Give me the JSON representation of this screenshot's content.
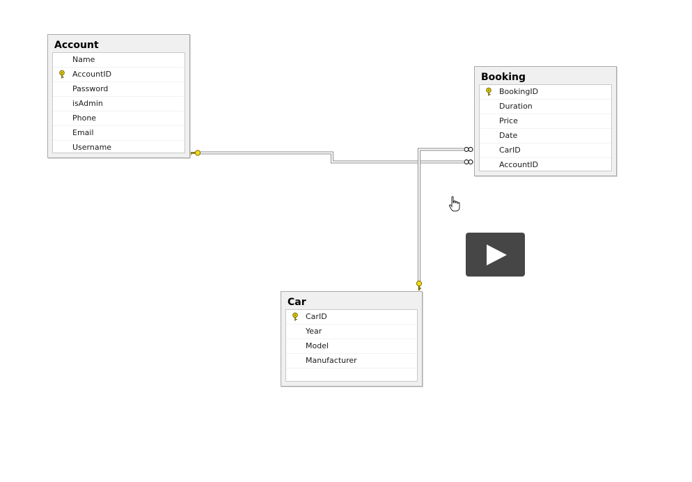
{
  "diagram": {
    "tables": [
      {
        "title": "Account",
        "columns": [
          {
            "name": "Name",
            "primary_key": false
          },
          {
            "name": "AccountID",
            "primary_key": true
          },
          {
            "name": "Password",
            "primary_key": false
          },
          {
            "name": "isAdmin",
            "primary_key": false
          },
          {
            "name": "Phone",
            "primary_key": false
          },
          {
            "name": "Email",
            "primary_key": false
          },
          {
            "name": "Username",
            "primary_key": false
          }
        ]
      },
      {
        "title": "Booking",
        "columns": [
          {
            "name": "BookingID",
            "primary_key": true
          },
          {
            "name": "Duration",
            "primary_key": false
          },
          {
            "name": "Price",
            "primary_key": false
          },
          {
            "name": "Date",
            "primary_key": false
          },
          {
            "name": "CarID",
            "primary_key": false
          },
          {
            "name": "AccountID",
            "primary_key": false
          }
        ]
      },
      {
        "title": "Car",
        "columns": [
          {
            "name": "CarID",
            "primary_key": true
          },
          {
            "name": "Year",
            "primary_key": false
          },
          {
            "name": "Model",
            "primary_key": false
          },
          {
            "name": "Manufacturer",
            "primary_key": false
          }
        ]
      }
    ],
    "relationships": [
      {
        "from_table": "Account",
        "from_end": "one",
        "to_table": "Booking",
        "to_end": "many"
      },
      {
        "from_table": "Car",
        "from_end": "one",
        "to_table": "Booking",
        "to_end": "many"
      }
    ]
  },
  "overlay": {
    "play_icon": "play-icon",
    "cursor_icon": "hand-pointer-icon"
  },
  "colors": {
    "key_icon": "#e8d200",
    "connector": "#7a7a7a",
    "play_bg": "#3d3d3d"
  }
}
